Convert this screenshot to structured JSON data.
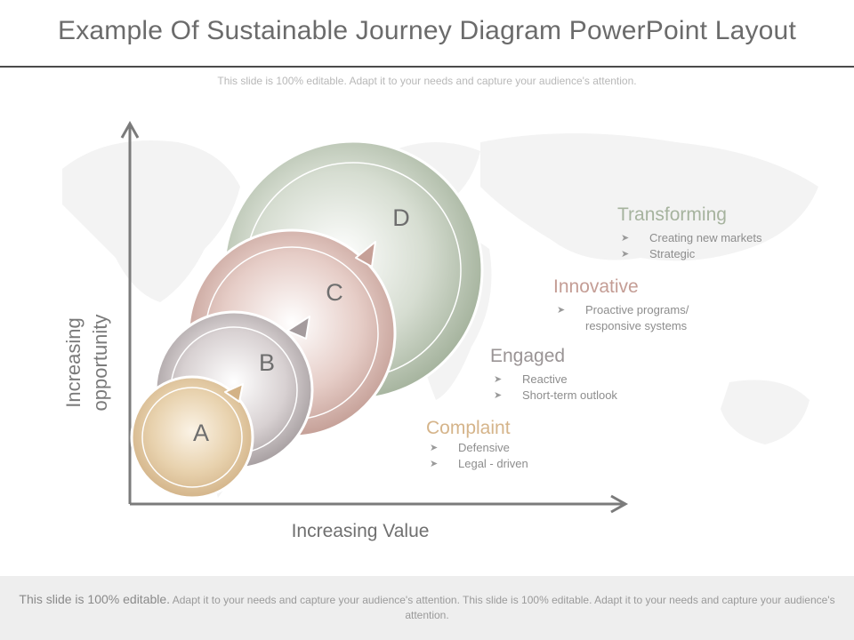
{
  "header": {
    "title": "Example Of Sustainable Journey Diagram PowerPoint Layout",
    "subtitle": "This slide is 100% editable. Adapt it to your needs and capture your audience's attention."
  },
  "axes": {
    "y_label": "Increasing opportunity",
    "x_label": "Increasing Value"
  },
  "stages": [
    {
      "letter": "A",
      "title": "Complaint",
      "color": "#d5b48a",
      "items": [
        "Defensive",
        "Legal - driven"
      ]
    },
    {
      "letter": "B",
      "title": "Engaged",
      "color": "#a09a9b",
      "items": [
        "Reactive",
        "Short-term outlook"
      ]
    },
    {
      "letter": "C",
      "title": "Innovative",
      "color": "#c49d95",
      "items": [
        "Proactive programs/ responsive systems"
      ]
    },
    {
      "letter": "D",
      "title": "Transforming",
      "color": "#a6b39e",
      "items": [
        "Creating new markets",
        "Strategic"
      ]
    }
  ],
  "footer": {
    "lead": "This slide is 100% editable.",
    "text": "Adapt it to your needs and capture your audience's attention. This slide is 100% editable. Adapt it to your needs and capture your audience's attention."
  }
}
